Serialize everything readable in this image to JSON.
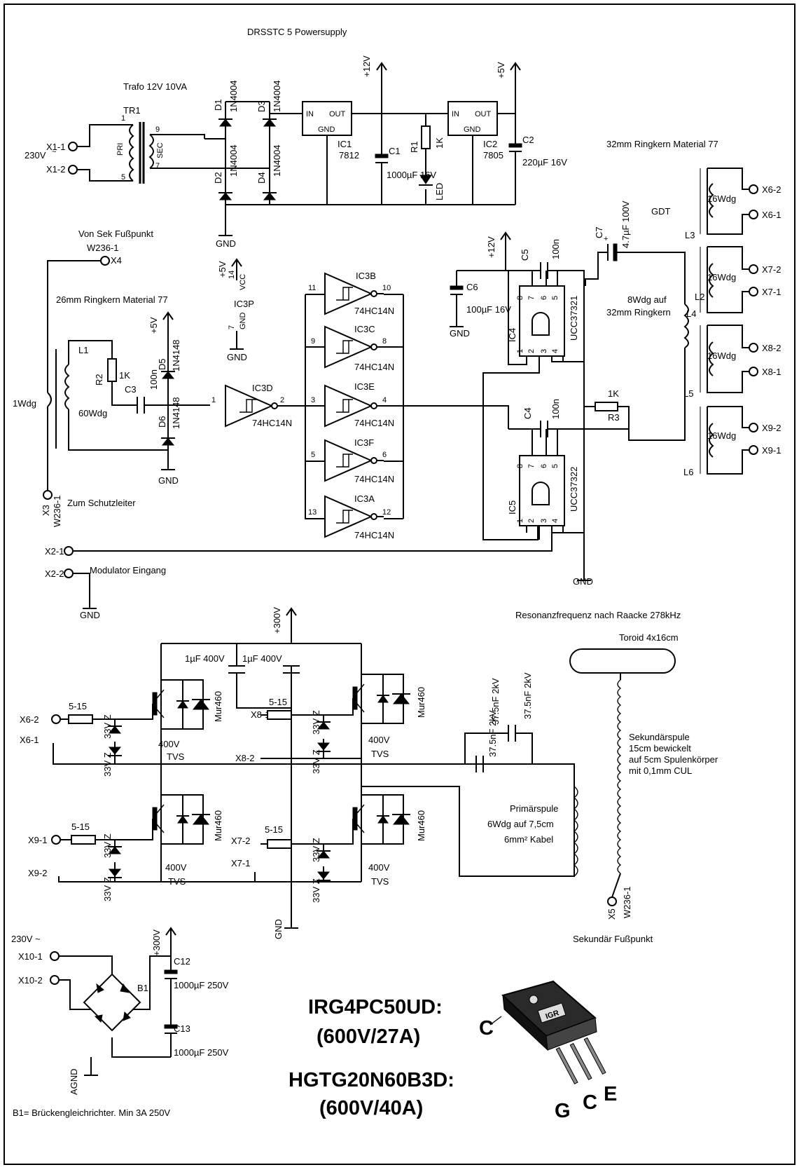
{
  "title": "DRSSTC 5 Powersupply",
  "power": {
    "trafo_label": "Trafo 12V 10VA",
    "tr1": "TR1",
    "mains": "230V",
    "mains_sym": "~",
    "x1_1": "X1-1",
    "x1_2": "X1-2",
    "pin1": "1",
    "pin5": "5",
    "pin9": "9",
    "pin7": "7",
    "pri": "PRI",
    "sec": "SEC",
    "d1": "D1",
    "d2": "D2",
    "d3": "D3",
    "d4": "D4",
    "diode_1n4004": "1N4004",
    "ic1": "IC1",
    "ic1_type": "7812",
    "ic2": "IC2",
    "ic2_type": "7805",
    "in": "IN",
    "out": "OUT",
    "gnd": "GND",
    "plus12v": "+12V",
    "plus5v": "+5V",
    "c1": "C1",
    "c1_val": "1000µF 16V",
    "r1": "R1",
    "r1_val": "1K",
    "led": "LED",
    "c2": "C2",
    "c2_val": "220µF 16V"
  },
  "feedback": {
    "von_sek": "Von Sek Fußpunkt",
    "w236": "W236-1",
    "x4": "X4",
    "core26": "26mm Ringkern Material 77",
    "l1": "L1",
    "l1_turns": "60Wdg",
    "r2": "R2",
    "r2_val": "1K",
    "c3": "C3",
    "c3_val": "100n",
    "d5": "D5",
    "d6": "D6",
    "diode_1n4148": "1N4148",
    "onewdg": "1Wdg",
    "x3": "X3",
    "schutz": "Zum Schutzleiter",
    "vcc": "VCC",
    "ic3p": "IC3P",
    "pin14": "14",
    "pin7": "7"
  },
  "inverters": {
    "ic3d": "IC3D",
    "ic3b": "IC3B",
    "ic3c": "IC3C",
    "ic3e": "IC3E",
    "ic3f": "IC3F",
    "ic3a": "IC3A",
    "type": "74HC14N",
    "pins": [
      "1",
      "2",
      "11",
      "10",
      "9",
      "8",
      "3",
      "4",
      "5",
      "6",
      "13",
      "12"
    ]
  },
  "driver": {
    "c6": "C6",
    "c6_val": "100µF 16V",
    "c5": "C5",
    "c4": "C4",
    "cap_100n": "100n",
    "ic4": "IC4",
    "ic5": "IC5",
    "ucc1": "UCC37321",
    "ucc2": "UCC37322",
    "r3": "R3",
    "r3_val": "1K",
    "c7": "C7",
    "c7_val": "4.7µF 100V",
    "pins": [
      "8",
      "7",
      "6",
      "5",
      "1",
      "2",
      "3",
      "4"
    ]
  },
  "gdt": {
    "core32": "32mm Ringkern Material 77",
    "gdt": "GDT",
    "l2": "L2",
    "l3": "L3",
    "l4": "L4",
    "l5": "L5",
    "l6": "L6",
    "wdg16": "16Wdg",
    "pri8": "8Wdg auf",
    "pri8b": "32mm Ringkern",
    "x6_2": "X6-2",
    "x6_1": "X6-1",
    "x7_2": "X7-2",
    "x7_1": "X7-1",
    "x8_2": "X8-2",
    "x8_1": "X8-1",
    "x9_2": "X9-2",
    "x9_1": "X9-1"
  },
  "modulator": {
    "x2_1": "X2-1",
    "x2_2": "X2-2",
    "label": "Modulator Eingang"
  },
  "bridge": {
    "plus300v": "+300V",
    "cap_1u": "1µF 400V",
    "gate_r": "5-15",
    "zener": "33V Z",
    "tvs": "400V",
    "tvs2": "TVS",
    "mur": "Mur460",
    "gnd": "GND"
  },
  "tank": {
    "resonance": "Resonanzfrequenz nach Raacke 278kHz",
    "toroid": "Toroid 4x16cm",
    "cap_a": "37.5nF 2kV",
    "cap_b": "37.5nF 2kV",
    "cap_c": "37.5nF 2kV",
    "prim1": "Primärspule",
    "prim2": "6Wdg auf 7,5cm",
    "prim3": "6mm² Kabel",
    "sek1": "Sekundärspule",
    "sek2": "15cm bewickelt",
    "sek3": "auf 5cm Spulenkörper",
    "sek4": "mit 0,1mm CUL",
    "x5": "X5",
    "w236": "W236-1",
    "fuss": "Sekundär Fußpunkt"
  },
  "hv": {
    "mains": "230V ~",
    "x10_1": "X10-1",
    "x10_2": "X10-2",
    "b1": "B1",
    "c12": "C12",
    "c12_val": "1000µF 250V",
    "c13": "C13",
    "c13_val": "1000µF 250V",
    "agnd": "AGND",
    "note": "B1= Brückengleichrichter. Min 3A 250V"
  },
  "igbt": {
    "line1": "IRG4PC50UD:",
    "line2": "(600V/27A)",
    "line3": "HGTG20N60B3D:",
    "line4": "(600V/40A)",
    "c_label": "C",
    "g": "G",
    "c": "C",
    "e": "E",
    "logo": "IGR"
  }
}
